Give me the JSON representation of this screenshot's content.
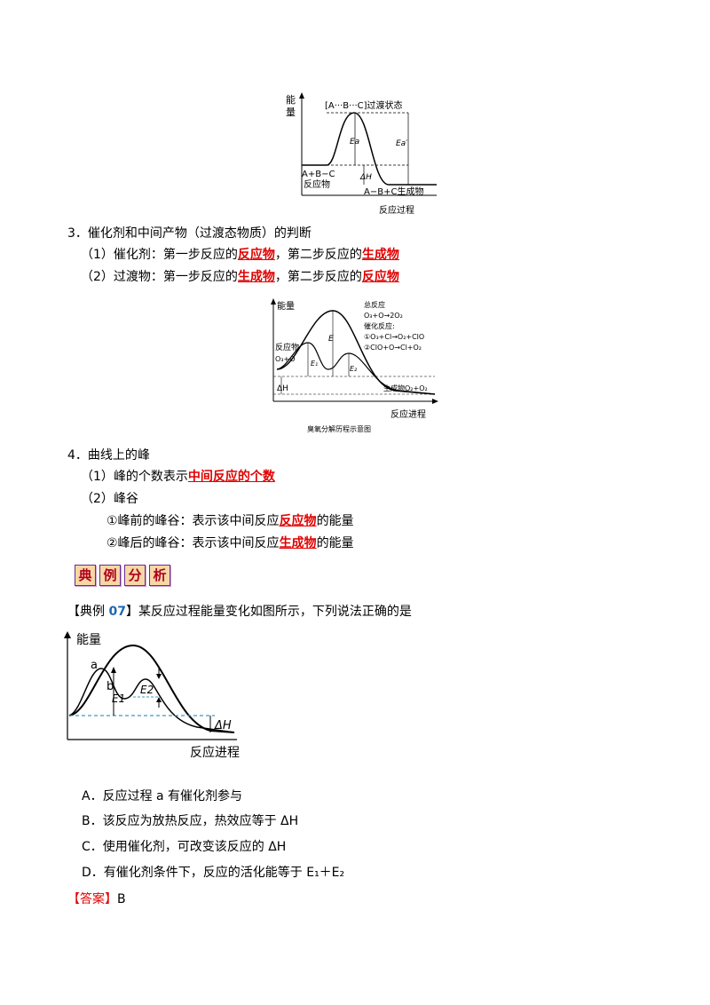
{
  "fig1": {
    "y_label_1": "能",
    "y_label_2": "量",
    "transition_label": "[A···B···C]过渡状态",
    "ea_label": "Ea",
    "ea2_label": "Ea′",
    "dh_label": "ΔH",
    "reactant_1": "A+B−C",
    "reactant_2": "反应物",
    "product": "A−B+C生成物",
    "x_label": "反应过程"
  },
  "section3": {
    "heading": "3．催化剂和中间产物（过渡态物质）的判断",
    "item1_pre": "（1）催化剂：第一步反应的",
    "item1_red1": "反应物",
    "item1_mid": "，第二步反应的",
    "item1_red2": "生成物",
    "item2_pre": "（2）过渡物：第一步反应的",
    "item2_red1": "生成物",
    "item2_mid": "，第二步反应的",
    "item2_red2": "反应物"
  },
  "fig2": {
    "y_label": "能量",
    "total_title": "总反应",
    "total_eq": "O₃+O→2O₂",
    "cat_title": "催化反应:",
    "cat_eq1": "①O₃+Cl→O₂+ClO",
    "cat_eq2": "②ClO+O→Cl+O₂",
    "reactant_1": "反应物",
    "reactant_2": "O₃+O",
    "e_label": "E",
    "e1_label": "E₁",
    "e2_label": "E₂",
    "dh_label": "ΔH",
    "product": "生成物O₂+O₂",
    "x_label": "反应进程",
    "caption": "臭氧分解历程示意图"
  },
  "section4": {
    "heading": "4．曲线上的峰",
    "item1_pre": "（1）峰的个数表示",
    "item1_red": "中间反应的个数",
    "item2": "（2）峰谷",
    "sub1_pre": "①峰前的峰谷：表示该中间反应",
    "sub1_red": "反应物",
    "sub1_post": "的能量",
    "sub2_pre": "②峰后的峰谷：表示该中间反应",
    "sub2_red": "生成物",
    "sub2_post": "的能量"
  },
  "badge": [
    "典",
    "例",
    "分",
    "析"
  ],
  "example": {
    "open": "【典例 ",
    "num": "07",
    "close": "】",
    "text": "某反应过程能量变化如图所示，下列说法正确的是"
  },
  "fig3": {
    "y_label": "能量",
    "a_label": "a",
    "b_label": "b",
    "e1_label": "E1",
    "e2_label": "E2",
    "dh_label": "ΔH",
    "x_label": "反应进程"
  },
  "options": {
    "A": "A．反应过程 a 有催化剂参与",
    "B": "B．该反应为放热反应，热效应等于 ΔH",
    "C": "C．使用催化剂，可改变该反应的 ΔH",
    "D": "D．有催化剂条件下，反应的活化能等于 E₁＋E₂"
  },
  "answer": {
    "label": "【答案】",
    "value": "B"
  }
}
